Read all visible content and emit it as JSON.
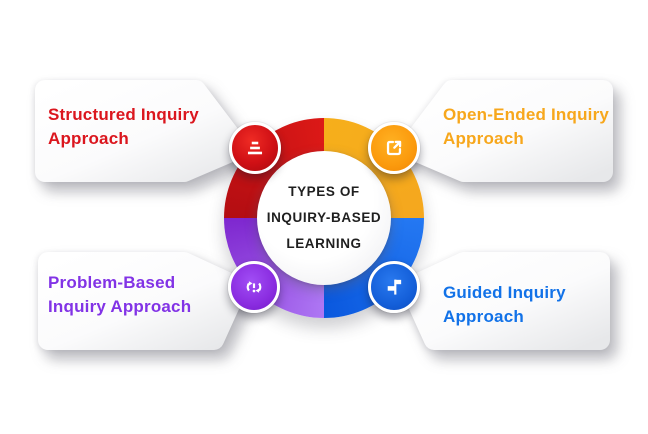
{
  "center": {
    "lines": [
      "TYPES OF",
      "INQUIRY-BASED",
      "LEARNING"
    ],
    "text_color": "#1F1F1F",
    "background": "#FFFFFF"
  },
  "quadrants": [
    {
      "name": "structured",
      "label": "Structured Inquiry Approach",
      "position": "top-left",
      "text_color": "#DB161E",
      "ring_color": "#CE1315",
      "icon_color": "#D01015",
      "icon": "list-lines-icon"
    },
    {
      "name": "open-ended",
      "label": "Open-Ended Inquiry Approach",
      "position": "top-right",
      "text_color": "#F7A71C",
      "ring_color": "#F6AC1C",
      "icon_color": "#FB9A0D",
      "icon": "external-link-icon"
    },
    {
      "name": "problem-based",
      "label": "Problem-Based Inquiry Approach",
      "position": "bottom-left",
      "text_color": "#8233E6",
      "ring_color": "#9858E8",
      "icon_color": "#8A2CE0",
      "icon": "sync-alert-icon"
    },
    {
      "name": "guided",
      "label": "Guided Inquiry Approach",
      "position": "bottom-right",
      "text_color": "#1272E8",
      "ring_color": "#0B61E4",
      "icon_color": "#145FD9",
      "icon": "flag-signpost-icon"
    }
  ]
}
